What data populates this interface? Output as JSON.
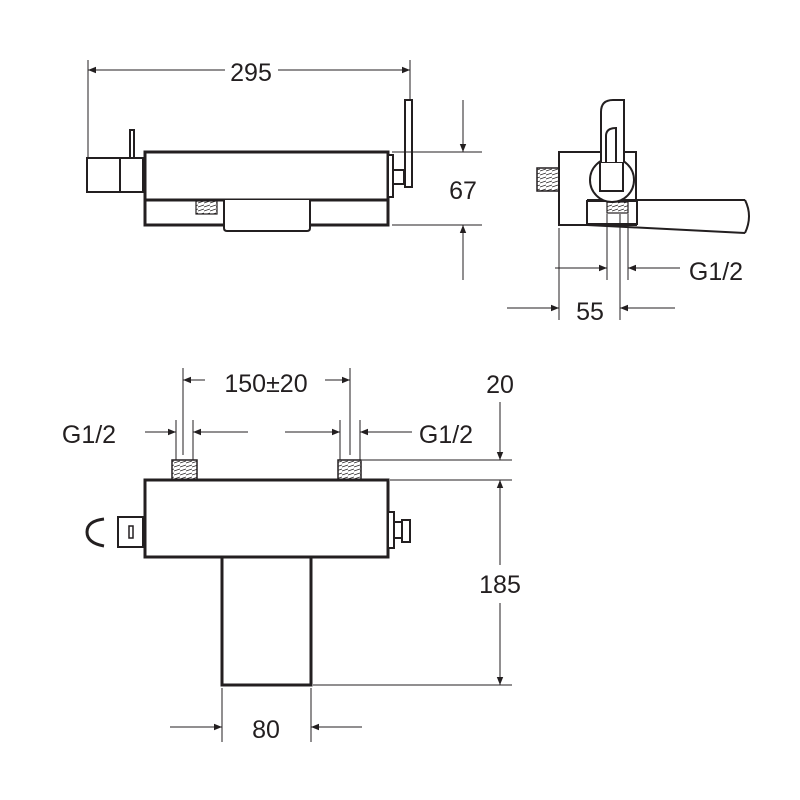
{
  "drawing": {
    "line_color": "#231f20",
    "front_view": {
      "width_label": "295",
      "height_label": "67"
    },
    "side_view": {
      "thread_label": "G1/2",
      "depth_label": "55"
    },
    "top_view": {
      "inlet_spacing_label": "150±20",
      "left_thread_label": "G1/2",
      "right_thread_label": "G1/2",
      "thread_length_label": "20",
      "overall_depth_label": "185",
      "spout_width_label": "80"
    }
  }
}
